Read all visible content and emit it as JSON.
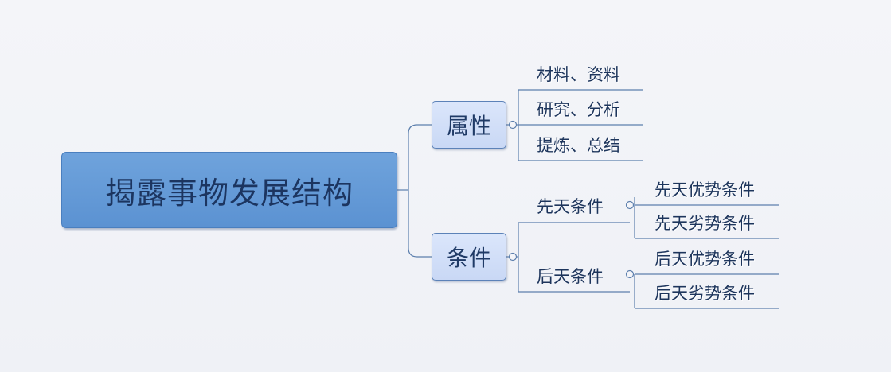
{
  "root": {
    "label": "揭露事物发展结构"
  },
  "branches": {
    "attributes": {
      "label": "属性",
      "items": [
        "材料、资料",
        "研究、分析",
        "提炼、总结"
      ]
    },
    "conditions": {
      "label": "条件",
      "innate": {
        "label": "先天条件",
        "items": [
          "先天优势条件",
          "先天劣势条件"
        ]
      },
      "acquired": {
        "label": "后天条件",
        "items": [
          "后天优势条件",
          "后天劣势条件"
        ]
      }
    }
  },
  "colors": {
    "root_fill": "#5b92d2",
    "branch_fill": "#c9d8f5",
    "line": "#5c7fad",
    "text": "#1d355c"
  }
}
